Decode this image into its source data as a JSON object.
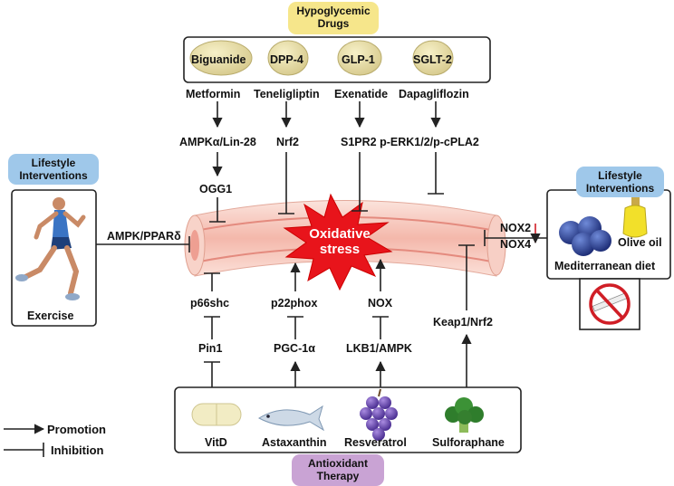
{
  "top_badge": {
    "line1": "Hypoglycemic",
    "line2": "Drugs"
  },
  "drug_classes": [
    "Biguanide",
    "DPP-4",
    "GLP-1",
    "SGLT-2"
  ],
  "drugs": [
    "Metformin",
    "Teneligliptin",
    "Exenatide",
    "Dapagliflozin"
  ],
  "drug_targets": {
    "metformin_1": "AMPKα/Lin-28",
    "metformin_2": "OGG1",
    "teneligliptin": "Nrf2",
    "exenatide_dapagliflozin": "S1PR2 p-ERK1/2/p-cPLA2"
  },
  "center": {
    "line1": "Oxidative",
    "line2": "stress"
  },
  "left": {
    "badge_line1": "Lifestyle",
    "badge_line2": "Interventions",
    "exercise": "Exercise",
    "pathway": "AMPK/PPARδ"
  },
  "right": {
    "badge_line1": "Lifestyle",
    "badge_line2": "Interventions",
    "nox2": "NOX2",
    "nox4": "NOX4",
    "olive_oil": "Olive oil",
    "diet": "Mediterranean diet"
  },
  "bottom_pathways": {
    "p66shc": "p66shc",
    "pin1": "Pin1",
    "p22phox": "p22phox",
    "pgc1a": "PGC-1α",
    "nox": "NOX",
    "lkb1": "LKB1/AMPK",
    "keap1": "Keap1/Nrf2"
  },
  "antioxidants": [
    "VitD",
    "Astaxanthin",
    "Resveratrol",
    "Sulforaphane"
  ],
  "bottom_badge": {
    "line1": "Antioxidant",
    "line2": "Therapy"
  },
  "legend": {
    "promotion": "Promotion",
    "inhibition": "Inhibition"
  },
  "colors": {
    "badge_yellow": "#f6e68b",
    "badge_blue": "#9fc8ea",
    "badge_purple": "#c9a3d4",
    "vessel_pink": "#f6c9bf",
    "vessel_inner": "#e7958a",
    "burst_red": "#e8141b"
  }
}
